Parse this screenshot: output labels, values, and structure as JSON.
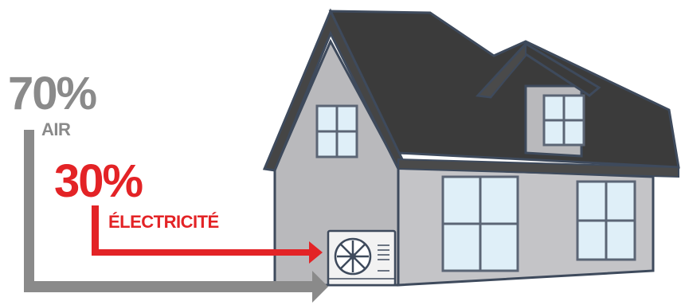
{
  "air": {
    "percent": "70%",
    "label": "AIR",
    "color": "#8a8a8a"
  },
  "electricity": {
    "percent": "30%",
    "label": "ÉLECTRICITÉ",
    "color": "#e32326"
  },
  "colors": {
    "roof": "#3b3b3b",
    "wall": "#b9b9bc",
    "outline": "#3e4a5c",
    "window_glass": "#dfeff8",
    "window_frame": "#5b6575",
    "unit_body": "#f2f2f2"
  },
  "icons": [
    "house-illustration",
    "heat-pump-unit-icon",
    "fan-icon"
  ]
}
